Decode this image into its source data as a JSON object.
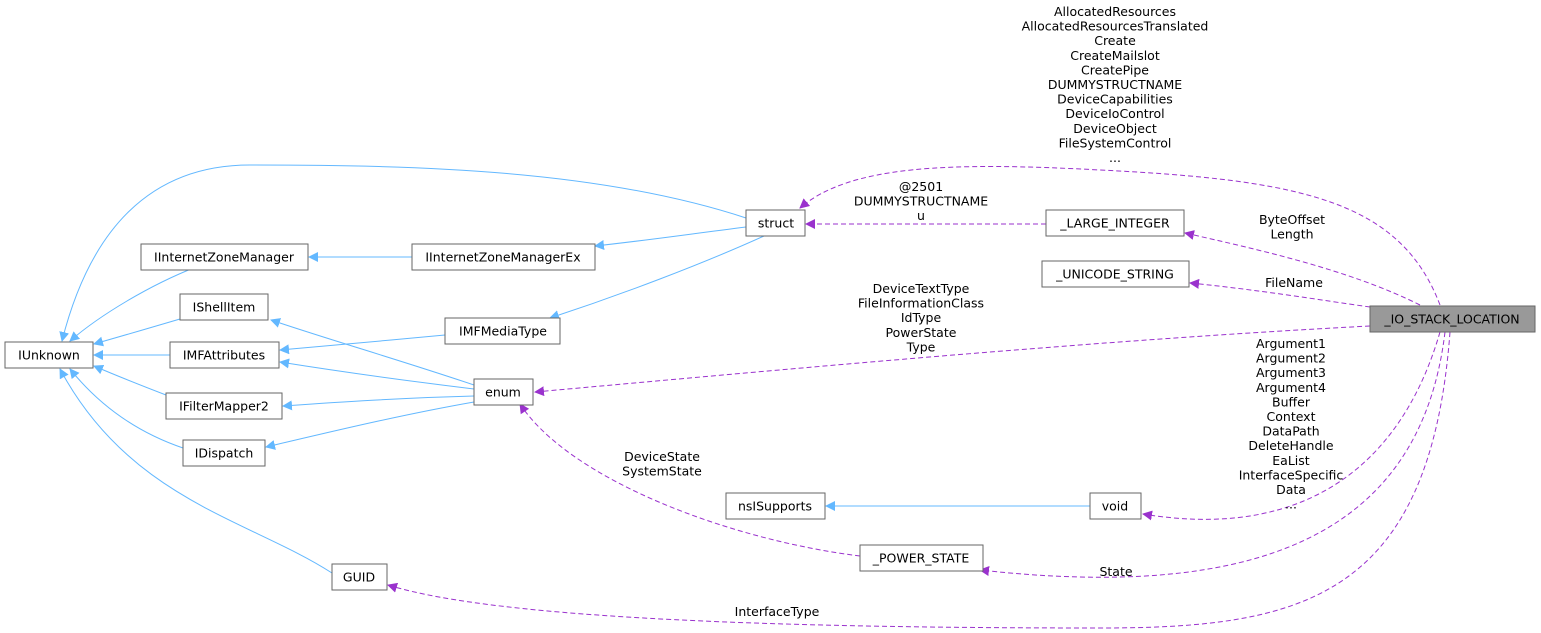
{
  "nodes": {
    "iunknown": "IUnknown",
    "iinternetzonemanager": "IInternetZoneManager",
    "ishellitem": "IShellItem",
    "imfattributes": "IMFAttributes",
    "ifiltermapper2": "IFilterMapper2",
    "idispatch": "IDispatch",
    "guid": "GUID",
    "iinternetzonemanagerex": "IInternetZoneManagerEx",
    "imfmediatype": "IMFMediaType",
    "enum": "enum",
    "struct": "struct",
    "nsisupports": "nsISupports",
    "large_integer": "_LARGE_INTEGER",
    "unicode_string": "_UNICODE_STRING",
    "void": "void",
    "power_state": "_POWER_STATE",
    "io_stack_location": "_IO_STACK_LOCATION"
  },
  "edge_labels": {
    "struct_members": [
      "AllocatedResources",
      "AllocatedResourcesTranslated",
      "Create",
      "CreateMailslot",
      "CreatePipe",
      "DUMMYSTRUCTNAME",
      "DeviceCapabilities",
      "DeviceIoControl",
      "DeviceObject",
      "FileSystemControl",
      "..."
    ],
    "large_integer_struct": [
      "@2501",
      "DUMMYSTRUCTNAME",
      "u"
    ],
    "large_integer_members": [
      "ByteOffset",
      "Length"
    ],
    "unicode_string_members": [
      "FileName"
    ],
    "enum_members": [
      "DeviceTextType",
      "FileInformationClass",
      "IdType",
      "PowerState",
      "Type"
    ],
    "void_members": [
      "Argument1",
      "Argument2",
      "Argument3",
      "Argument4",
      "Buffer",
      "Context",
      "DataPath",
      "DeleteHandle",
      "EaList",
      "InterfaceSpecific",
      "Data",
      "..."
    ],
    "power_state_enum": [
      "DeviceState",
      "SystemState"
    ],
    "power_state_members": [
      "State"
    ],
    "guid_members": [
      "InterfaceType"
    ]
  },
  "colors": {
    "inheritance_edge": "#63b8ff",
    "usage_edge": "#9a32cd",
    "focus_node_fill": "#999999",
    "node_border": "#666666"
  }
}
